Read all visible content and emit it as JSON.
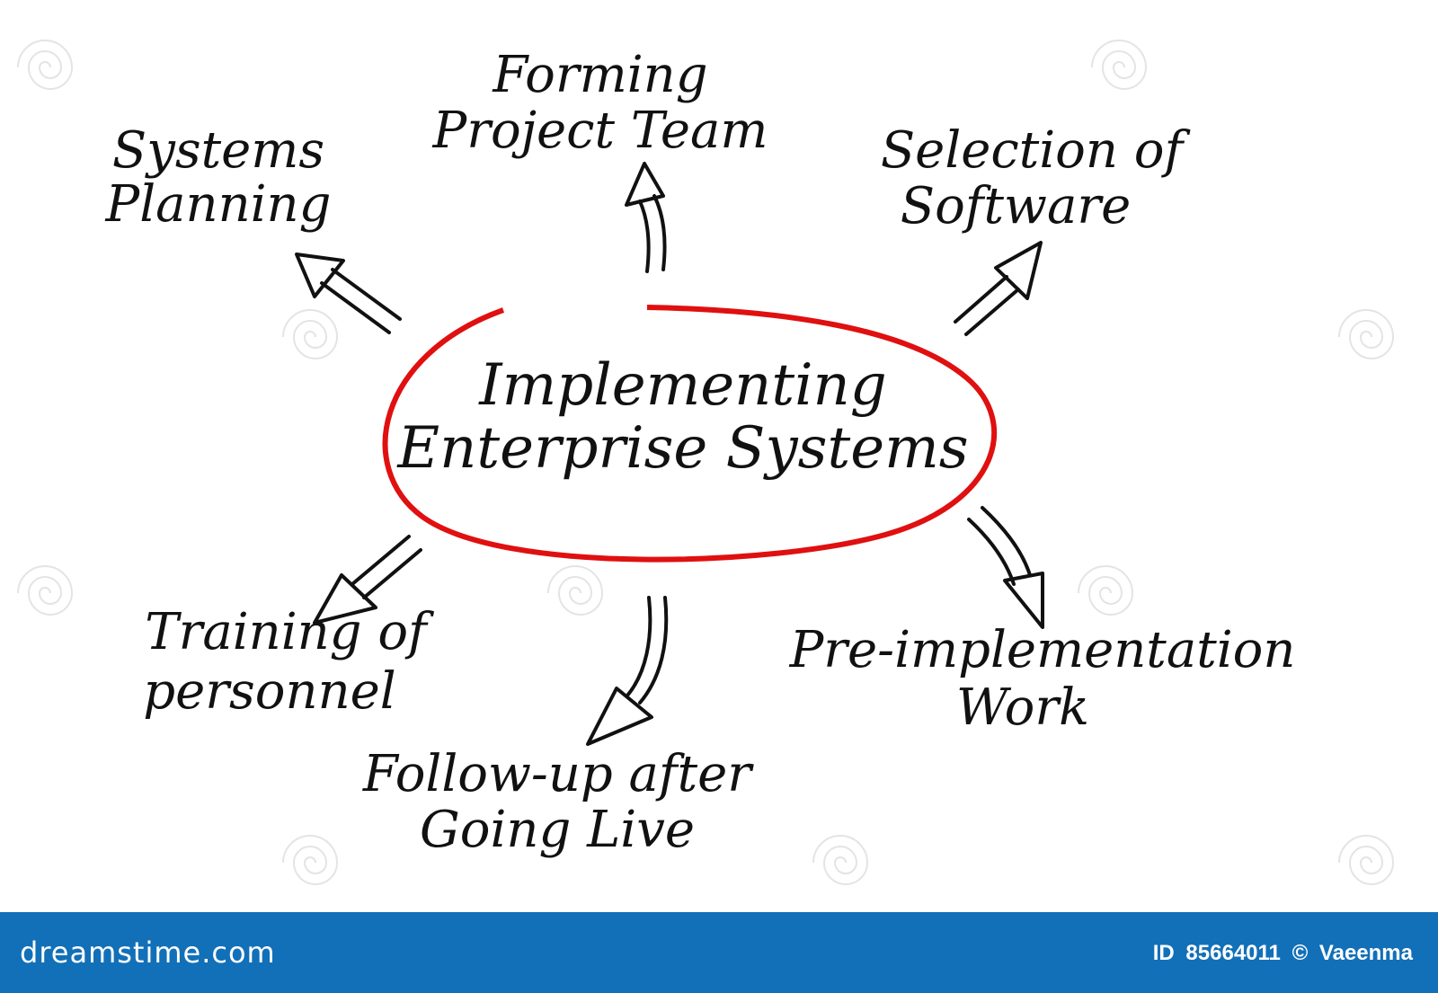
{
  "diagram": {
    "center": {
      "lines": [
        "Implementing",
        "Enterprise Systems"
      ],
      "ellipse_color": "#e01010"
    },
    "nodes": [
      {
        "id": "systems-planning",
        "lines": [
          "Systems",
          "Planning"
        ]
      },
      {
        "id": "forming-project-team",
        "lines": [
          "Forming",
          "Project Team"
        ]
      },
      {
        "id": "selection-of-software",
        "lines": [
          "Selection of",
          "Software"
        ]
      },
      {
        "id": "pre-implementation-work",
        "lines": [
          "Pre-implementation",
          "Work"
        ]
      },
      {
        "id": "follow-up-after-going-live",
        "lines": [
          "Follow-up after",
          "Going Live"
        ]
      },
      {
        "id": "training-of-personnel",
        "lines": [
          "Training of",
          "personnel"
        ]
      }
    ]
  },
  "footer": {
    "site": "dreamstime.com",
    "id_label": "ID",
    "id_number": "85664011",
    "copyright": "©",
    "author": "Vaeenma",
    "background_color": "#1270b8"
  }
}
